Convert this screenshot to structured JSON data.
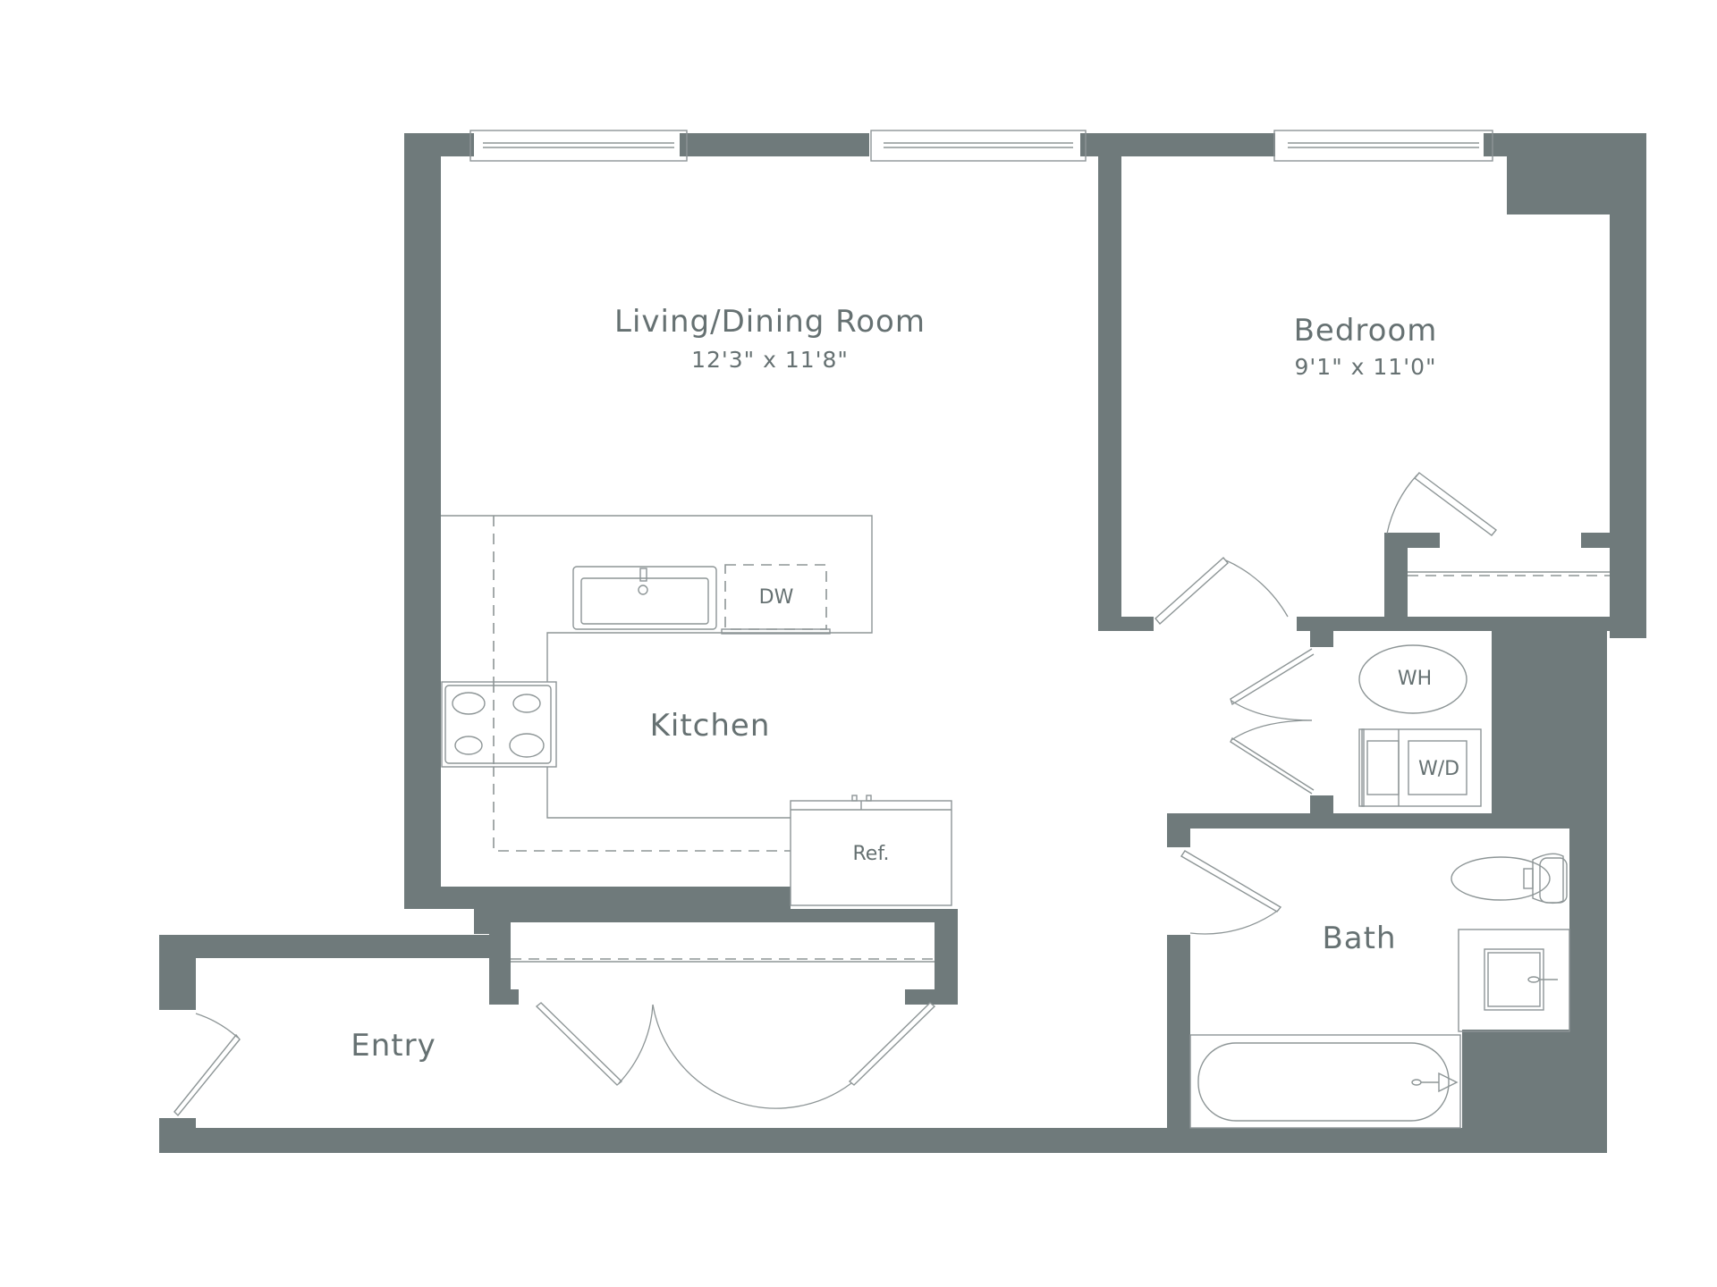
{
  "plan": {
    "wall_color": "#6f7a7b",
    "line_color": "#8d9596",
    "label_color": "#667172",
    "rooms": [
      {
        "name": "Living/Dining Room",
        "dimensions": "12'3\" x 11'8\""
      },
      {
        "name": "Bedroom",
        "dimensions": "9'1\" x 11'0\""
      },
      {
        "name": "Kitchen"
      },
      {
        "name": "Bath"
      },
      {
        "name": "Entry"
      }
    ],
    "fixtures": {
      "dishwasher": "DW",
      "refrigerator": "Ref.",
      "water_heater": "WH",
      "washer_dryer": "W/D"
    }
  }
}
